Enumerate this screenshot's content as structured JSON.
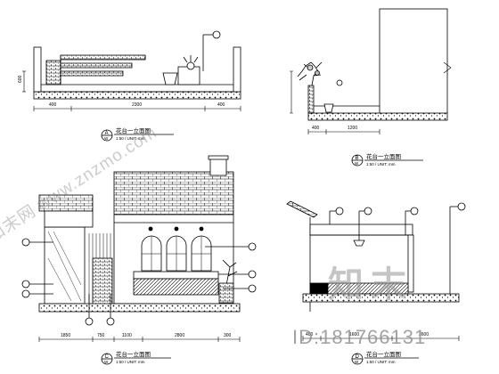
{
  "views": {
    "a": {
      "circle": "A",
      "sub": "W",
      "title": "花台一立面图",
      "scale": "1:50 / UNIT: mm"
    },
    "b": {
      "circle": "B",
      "sub": "W",
      "title": "花台一立面图",
      "scale": "1:50 / UNIT: mm"
    },
    "c": {
      "circle": "C",
      "sub": "W",
      "title": "花台一立面图",
      "scale": "1:50 / UNIT: mm"
    },
    "d": {
      "circle": "D",
      "sub": "W",
      "title": "花台一立面图",
      "scale": "1:50 / UNIT: mm"
    }
  },
  "dimensions": {
    "a_bottom": [
      "400",
      "2300",
      "400"
    ],
    "a_left": "600",
    "b_bottom": [
      "400",
      "1200"
    ],
    "c_bottom": [
      "1850",
      "750",
      "1100",
      "2800",
      "300"
    ],
    "d_bottom": [
      "400",
      "1600",
      "2600"
    ]
  },
  "watermarks": {
    "site": "知末网 www.znzmo.com",
    "logo": "知末",
    "id": "ID:181766131"
  }
}
